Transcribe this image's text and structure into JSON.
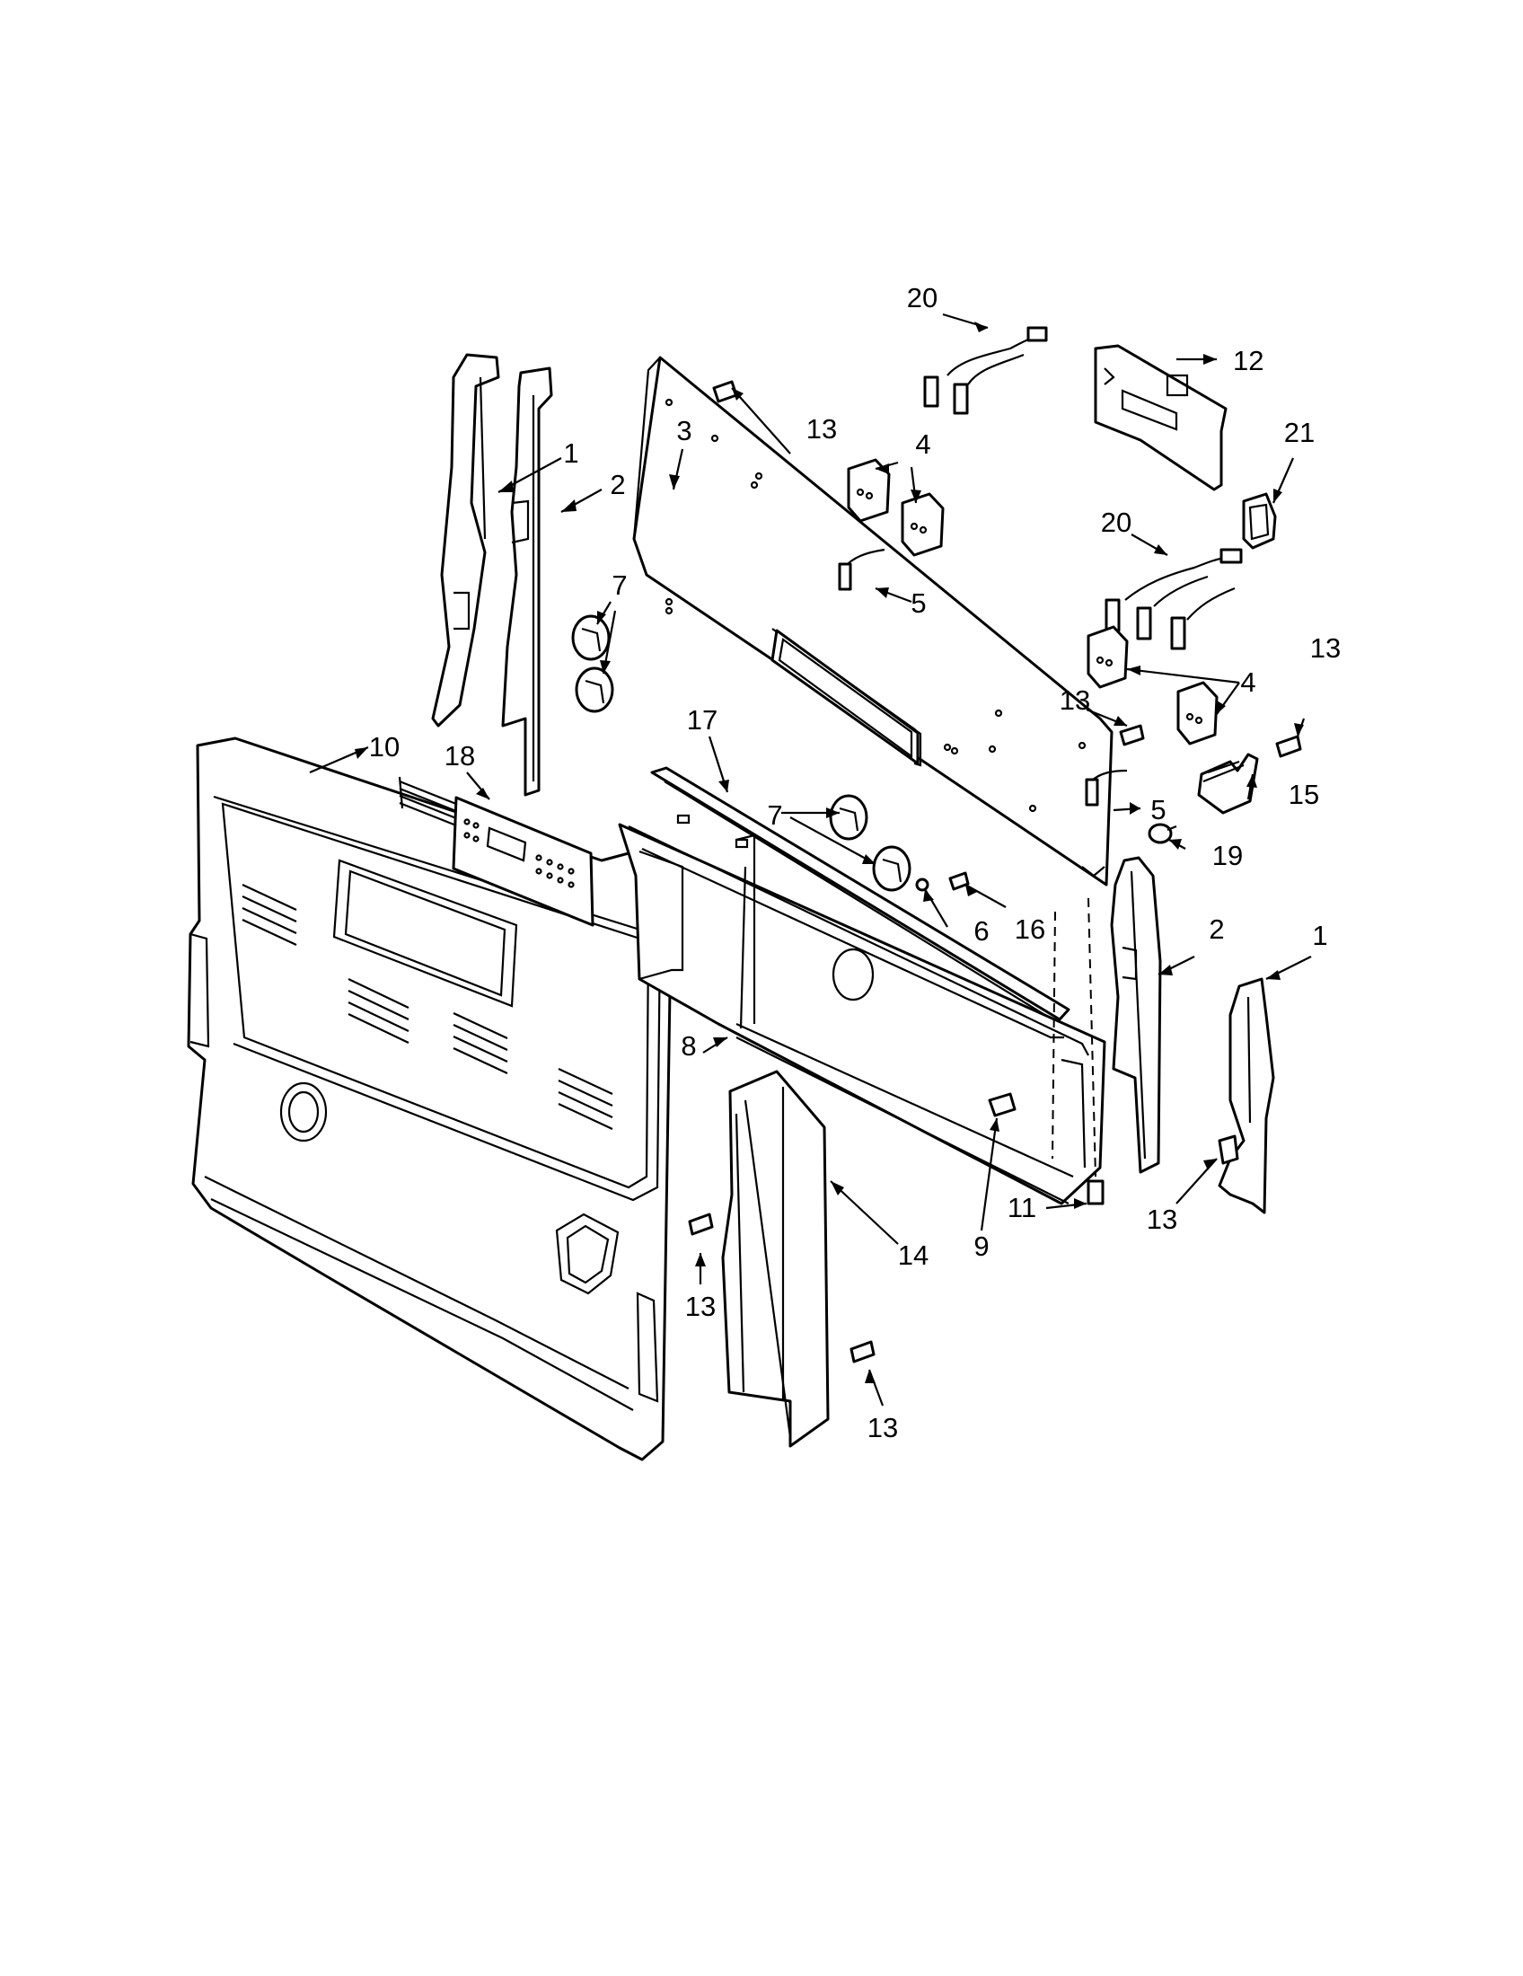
{
  "diagram": {
    "callouts": [
      {
        "id": "c1a",
        "text": "1"
      },
      {
        "id": "c2a",
        "text": "2"
      },
      {
        "id": "c3",
        "text": "3"
      },
      {
        "id": "c13a",
        "text": "13"
      },
      {
        "id": "c20a",
        "text": "20"
      },
      {
        "id": "c4a",
        "text": "4"
      },
      {
        "id": "c12",
        "text": "12"
      },
      {
        "id": "c21",
        "text": "21"
      },
      {
        "id": "c5a",
        "text": "5"
      },
      {
        "id": "c7a",
        "text": "7"
      },
      {
        "id": "c20b",
        "text": "20"
      },
      {
        "id": "c13b",
        "text": "13"
      },
      {
        "id": "c4b",
        "text": "4"
      },
      {
        "id": "c13c",
        "text": "13"
      },
      {
        "id": "c15",
        "text": "15"
      },
      {
        "id": "c10",
        "text": "10"
      },
      {
        "id": "c18",
        "text": "18"
      },
      {
        "id": "c17",
        "text": "17"
      },
      {
        "id": "c7b",
        "text": "7"
      },
      {
        "id": "c5b",
        "text": "5"
      },
      {
        "id": "c19",
        "text": "19"
      },
      {
        "id": "c6",
        "text": "6"
      },
      {
        "id": "c16",
        "text": "16"
      },
      {
        "id": "c2b",
        "text": "2"
      },
      {
        "id": "c1b",
        "text": "1"
      },
      {
        "id": "c8",
        "text": "8"
      },
      {
        "id": "c9",
        "text": "9"
      },
      {
        "id": "c11",
        "text": "11"
      },
      {
        "id": "c13d",
        "text": "13"
      },
      {
        "id": "c14",
        "text": "14"
      },
      {
        "id": "c13e",
        "text": "13"
      },
      {
        "id": "c13f",
        "text": "13"
      }
    ]
  }
}
